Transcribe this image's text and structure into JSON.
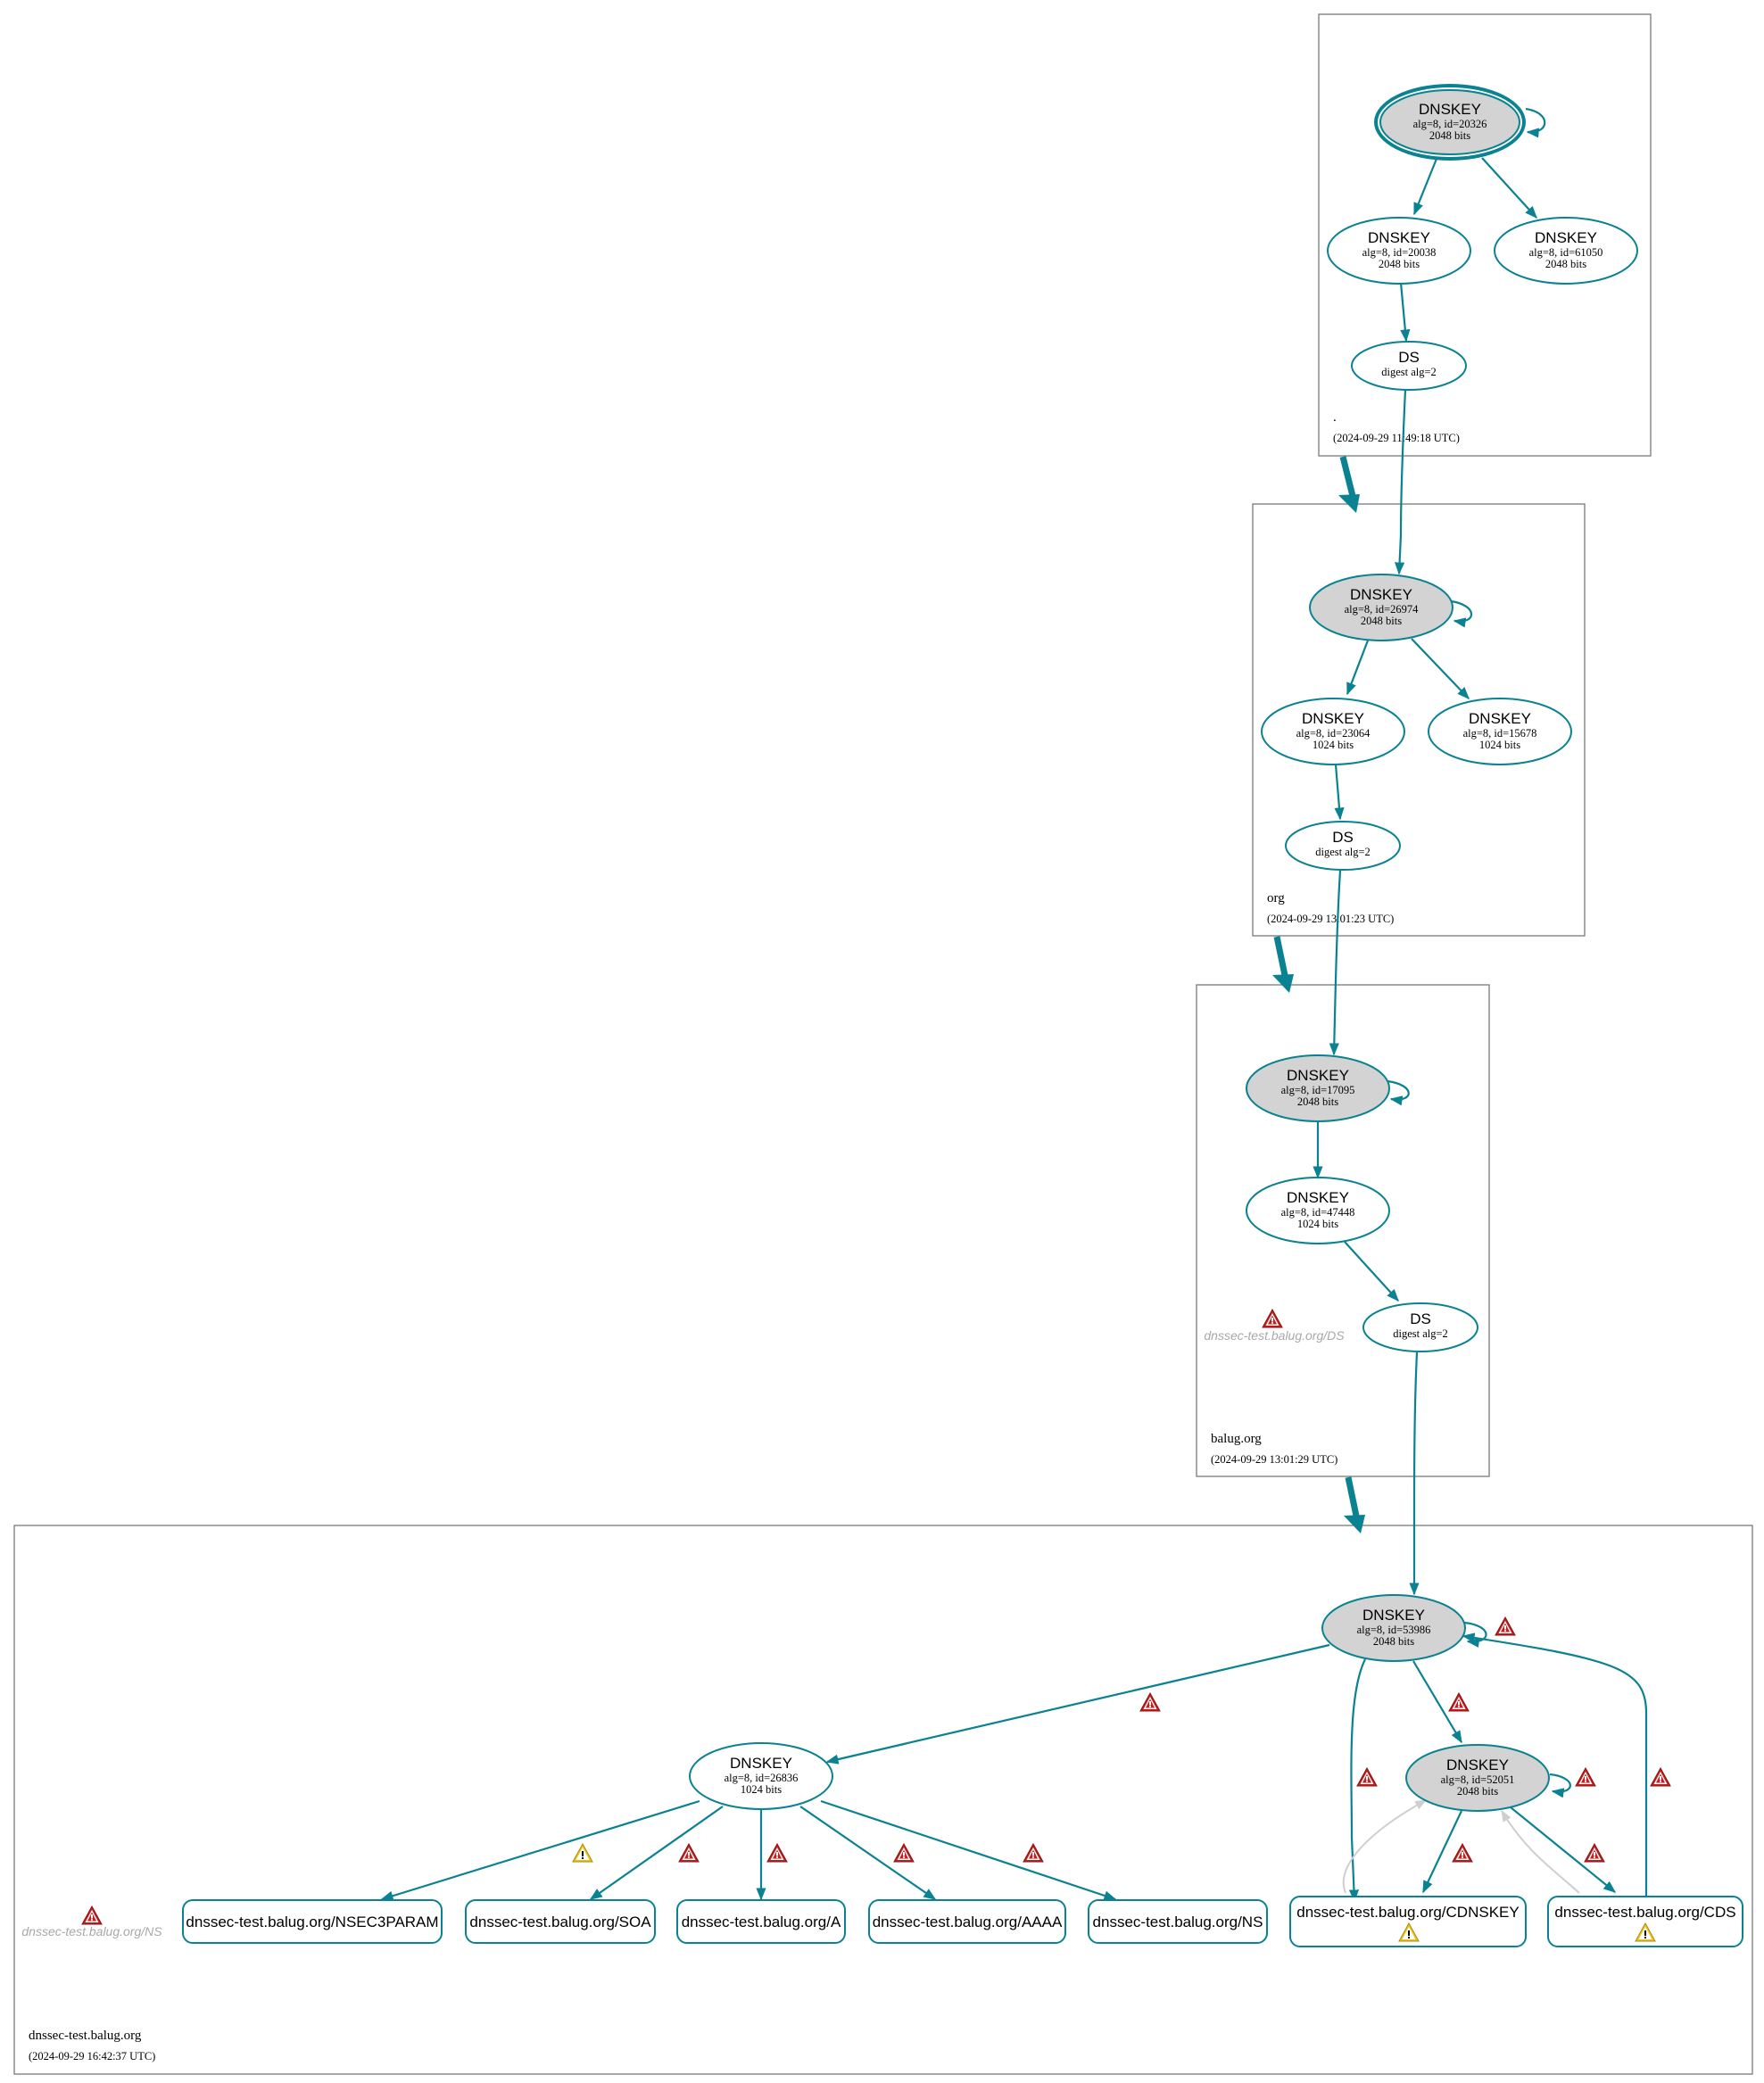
{
  "colors": {
    "edge": "#0a8291",
    "ksk_fill": "#d3d3d3",
    "node_fill": "#ffffff",
    "error_red": "#c41e1e",
    "warning_yellow": "#f0c419",
    "ghost_text": "#a8a8a8",
    "back_edge": "#cfcfcf"
  },
  "zones": {
    "root": {
      "name": ".",
      "time": "(2024-09-29 11:49:18 UTC)",
      "nodes": {
        "ksk": {
          "title": "DNSKEY",
          "line1": "alg=8, id=20326",
          "line2": "2048 bits"
        },
        "zsk1": {
          "title": "DNSKEY",
          "line1": "alg=8, id=20038",
          "line2": "2048 bits"
        },
        "zsk2": {
          "title": "DNSKEY",
          "line1": "alg=8, id=61050",
          "line2": "2048 bits"
        },
        "ds": {
          "title": "DS",
          "line1": "digest alg=2"
        }
      }
    },
    "org": {
      "name": "org",
      "time": "(2024-09-29 13:01:23 UTC)",
      "nodes": {
        "ksk": {
          "title": "DNSKEY",
          "line1": "alg=8, id=26974",
          "line2": "2048 bits"
        },
        "zsk1": {
          "title": "DNSKEY",
          "line1": "alg=8, id=23064",
          "line2": "1024 bits"
        },
        "zsk2": {
          "title": "DNSKEY",
          "line1": "alg=8, id=15678",
          "line2": "1024 bits"
        },
        "ds": {
          "title": "DS",
          "line1": "digest alg=2"
        }
      }
    },
    "balug": {
      "name": "balug.org",
      "time": "(2024-09-29 13:01:29 UTC)",
      "ghost": "dnssec-test.balug.org/DS",
      "nodes": {
        "ksk": {
          "title": "DNSKEY",
          "line1": "alg=8, id=17095",
          "line2": "2048 bits"
        },
        "zsk": {
          "title": "DNSKEY",
          "line1": "alg=8, id=47448",
          "line2": "1024 bits"
        },
        "ds": {
          "title": "DS",
          "line1": "digest alg=2"
        }
      }
    },
    "test": {
      "name": "dnssec-test.balug.org",
      "time": "(2024-09-29 16:42:37 UTC)",
      "ghost": "dnssec-test.balug.org/NS",
      "nodes": {
        "ksk": {
          "title": "DNSKEY",
          "line1": "alg=8, id=53986",
          "line2": "2048 bits"
        },
        "zsk": {
          "title": "DNSKEY",
          "line1": "alg=8, id=26836",
          "line2": "1024 bits"
        },
        "ksk2": {
          "title": "DNSKEY",
          "line1": "alg=8, id=52051",
          "line2": "2048 bits"
        }
      },
      "rrsets": {
        "nsec3param": "dnssec-test.balug.org/NSEC3PARAM",
        "soa": "dnssec-test.balug.org/SOA",
        "a": "dnssec-test.balug.org/A",
        "aaaa": "dnssec-test.balug.org/AAAA",
        "ns": "dnssec-test.balug.org/NS",
        "cdnskey": "dnssec-test.balug.org/CDNSKEY",
        "cds": "dnssec-test.balug.org/CDS"
      }
    }
  }
}
